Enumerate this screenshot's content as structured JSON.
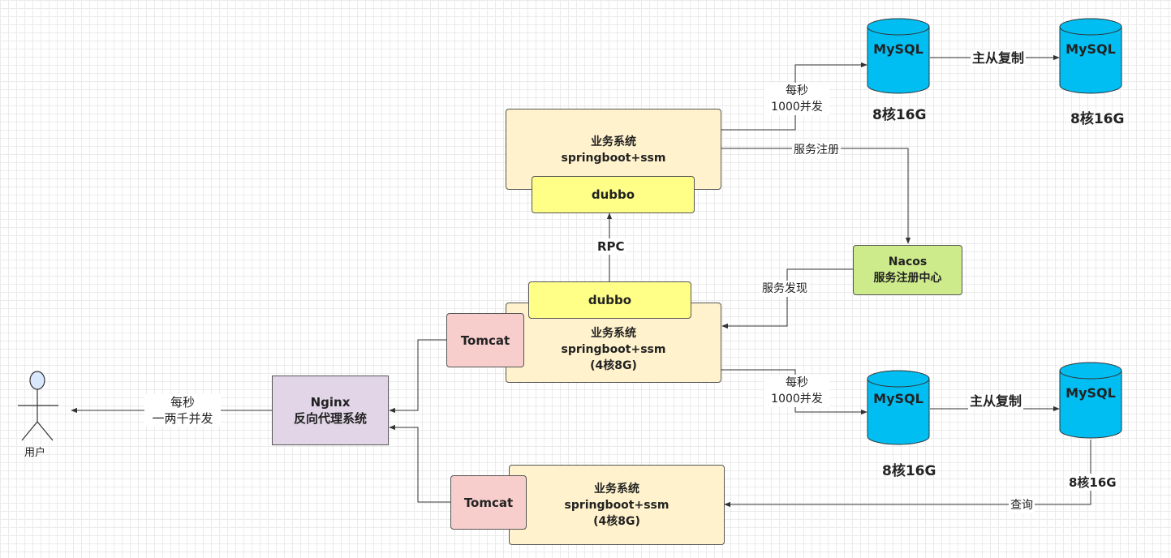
{
  "user": {
    "label": "用户"
  },
  "nginx": {
    "line1": "Nginx",
    "line2": "反向代理系统"
  },
  "edge_user": {
    "line1": "每秒",
    "line2": "一两千并发"
  },
  "biz_top": {
    "line1": "业务系统",
    "line2": "springboot+ssm",
    "dubbo": "dubbo"
  },
  "biz_mid": {
    "dubbo": "dubbo",
    "line1": "业务系统",
    "line2": "springboot+ssm",
    "line3": "(4核8G)",
    "tomcat": "Tomcat"
  },
  "biz_bot": {
    "line1": "业务系统",
    "line2": "springboot+ssm",
    "line3": "(4核8G)",
    "tomcat": "Tomcat"
  },
  "rpc": "RPC",
  "nacos": {
    "line1": "Nacos",
    "line2": "服务注册中心"
  },
  "service_register": "服务注册",
  "service_discover": "服务发现",
  "query": "查询",
  "db_top": {
    "primary": "MySQL",
    "replica": "MySQL",
    "replication": "主从复制",
    "primary_spec": "8核16G",
    "replica_spec": "8核16G",
    "qps_line1": "每秒",
    "qps_line2": "1000并发"
  },
  "db_bottom": {
    "primary": "MySQL",
    "replica": "MySQL",
    "replication": "主从复制",
    "primary_spec": "8核16G",
    "replica_spec": "8核16G",
    "qps_line1": "每秒",
    "qps_line2": "1000并发"
  },
  "colors": {
    "biz": "#fff2cc",
    "dubbo": "#ffff88",
    "tomcat": "#f8cecc",
    "nginx": "#e1d5e7",
    "nacos": "#cdeb8b",
    "mysql": "#00bef2",
    "user": "#dae8fc"
  }
}
